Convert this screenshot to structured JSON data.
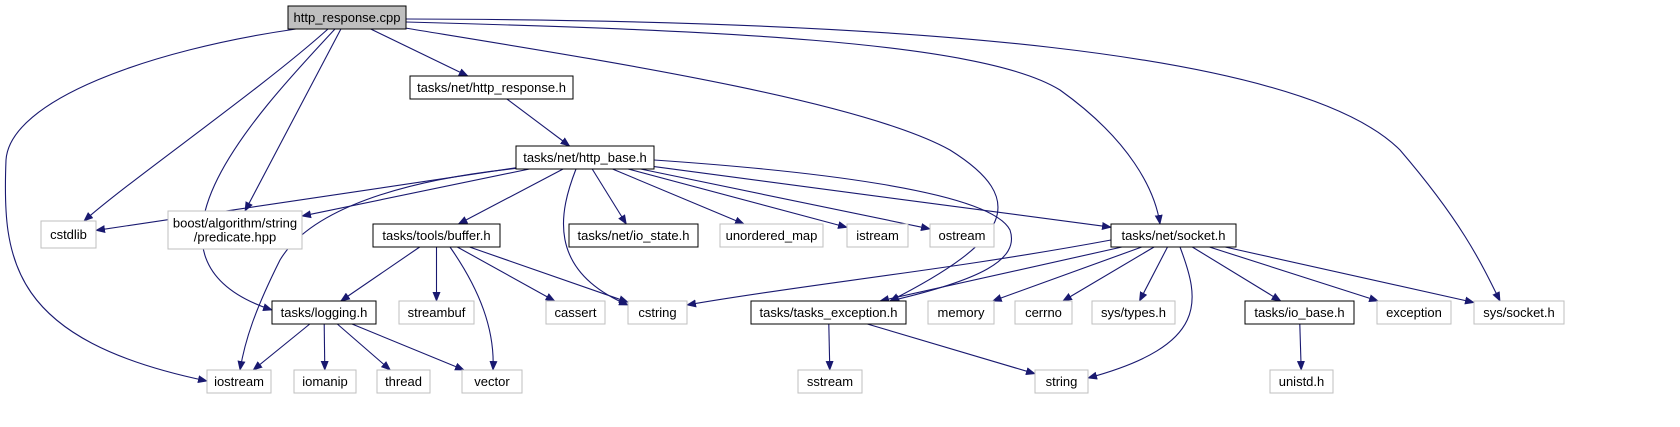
{
  "colors": {
    "edge": "#191970",
    "root_fill": "#bfbfbf",
    "documented_border": "#000000",
    "external_border": "#bfbfbf",
    "background": "#ffffff"
  },
  "nodes": {
    "http_response_cpp": {
      "lines": [
        "http_response.cpp"
      ],
      "kind": "root"
    },
    "http_response_h": {
      "lines": [
        "tasks/net/http_response.h"
      ],
      "kind": "documented"
    },
    "http_base_h": {
      "lines": [
        "tasks/net/http_base.h"
      ],
      "kind": "documented"
    },
    "cstdlib": {
      "lines": [
        "cstdlib"
      ],
      "kind": "external"
    },
    "predicate_hpp": {
      "lines": [
        "boost/algorithm/string",
        "/predicate.hpp"
      ],
      "kind": "external"
    },
    "buffer_h": {
      "lines": [
        "tasks/tools/buffer.h"
      ],
      "kind": "documented"
    },
    "io_state_h": {
      "lines": [
        "tasks/net/io_state.h"
      ],
      "kind": "documented"
    },
    "unordered_map": {
      "lines": [
        "unordered_map"
      ],
      "kind": "external"
    },
    "istream": {
      "lines": [
        "istream"
      ],
      "kind": "external"
    },
    "ostream": {
      "lines": [
        "ostream"
      ],
      "kind": "external"
    },
    "socket_h": {
      "lines": [
        "tasks/net/socket.h"
      ],
      "kind": "documented"
    },
    "logging_h": {
      "lines": [
        "tasks/logging.h"
      ],
      "kind": "documented"
    },
    "streambuf": {
      "lines": [
        "streambuf"
      ],
      "kind": "external"
    },
    "cassert": {
      "lines": [
        "cassert"
      ],
      "kind": "external"
    },
    "cstring": {
      "lines": [
        "cstring"
      ],
      "kind": "external"
    },
    "tasks_exception_h": {
      "lines": [
        "tasks/tasks_exception.h"
      ],
      "kind": "documented"
    },
    "memory": {
      "lines": [
        "memory"
      ],
      "kind": "external"
    },
    "cerrno": {
      "lines": [
        "cerrno"
      ],
      "kind": "external"
    },
    "sys_types_h": {
      "lines": [
        "sys/types.h"
      ],
      "kind": "external"
    },
    "io_base_h": {
      "lines": [
        "tasks/io_base.h"
      ],
      "kind": "documented"
    },
    "exception": {
      "lines": [
        "exception"
      ],
      "kind": "external"
    },
    "sys_socket_h": {
      "lines": [
        "sys/socket.h"
      ],
      "kind": "external"
    },
    "iostream": {
      "lines": [
        "iostream"
      ],
      "kind": "external"
    },
    "iomanip": {
      "lines": [
        "iomanip"
      ],
      "kind": "external"
    },
    "thread": {
      "lines": [
        "thread"
      ],
      "kind": "external"
    },
    "vector": {
      "lines": [
        "vector"
      ],
      "kind": "external"
    },
    "sstream": {
      "lines": [
        "sstream"
      ],
      "kind": "external"
    },
    "string": {
      "lines": [
        "string"
      ],
      "kind": "external"
    },
    "unistd_h": {
      "lines": [
        "unistd.h"
      ],
      "kind": "external"
    }
  },
  "edges": [
    [
      "http_response_cpp",
      "http_response_h"
    ],
    [
      "http_response_cpp",
      "cstdlib"
    ],
    [
      "http_response_cpp",
      "predicate_hpp"
    ],
    [
      "http_response_cpp",
      "logging_h"
    ],
    [
      "http_response_cpp",
      "iostream"
    ],
    [
      "http_response_cpp",
      "tasks_exception_h"
    ],
    [
      "http_response_cpp",
      "socket_h"
    ],
    [
      "http_response_cpp",
      "sys_socket_h"
    ],
    [
      "http_response_h",
      "http_base_h"
    ],
    [
      "http_base_h",
      "cstdlib"
    ],
    [
      "http_base_h",
      "predicate_hpp"
    ],
    [
      "http_base_h",
      "iostream"
    ],
    [
      "http_base_h",
      "buffer_h"
    ],
    [
      "http_base_h",
      "cstring"
    ],
    [
      "http_base_h",
      "io_state_h"
    ],
    [
      "http_base_h",
      "unordered_map"
    ],
    [
      "http_base_h",
      "istream"
    ],
    [
      "http_base_h",
      "ostream"
    ],
    [
      "http_base_h",
      "tasks_exception_h"
    ],
    [
      "http_base_h",
      "socket_h"
    ],
    [
      "buffer_h",
      "logging_h"
    ],
    [
      "buffer_h",
      "streambuf"
    ],
    [
      "buffer_h",
      "vector"
    ],
    [
      "buffer_h",
      "cassert"
    ],
    [
      "buffer_h",
      "cstring"
    ],
    [
      "logging_h",
      "iostream"
    ],
    [
      "logging_h",
      "iomanip"
    ],
    [
      "logging_h",
      "thread"
    ],
    [
      "logging_h",
      "vector"
    ],
    [
      "socket_h",
      "cstring"
    ],
    [
      "socket_h",
      "tasks_exception_h"
    ],
    [
      "socket_h",
      "memory"
    ],
    [
      "socket_h",
      "cerrno"
    ],
    [
      "socket_h",
      "sys_types_h"
    ],
    [
      "socket_h",
      "string"
    ],
    [
      "socket_h",
      "io_base_h"
    ],
    [
      "socket_h",
      "exception"
    ],
    [
      "socket_h",
      "sys_socket_h"
    ],
    [
      "tasks_exception_h",
      "sstream"
    ],
    [
      "tasks_exception_h",
      "string"
    ],
    [
      "io_base_h",
      "unistd_h"
    ]
  ]
}
